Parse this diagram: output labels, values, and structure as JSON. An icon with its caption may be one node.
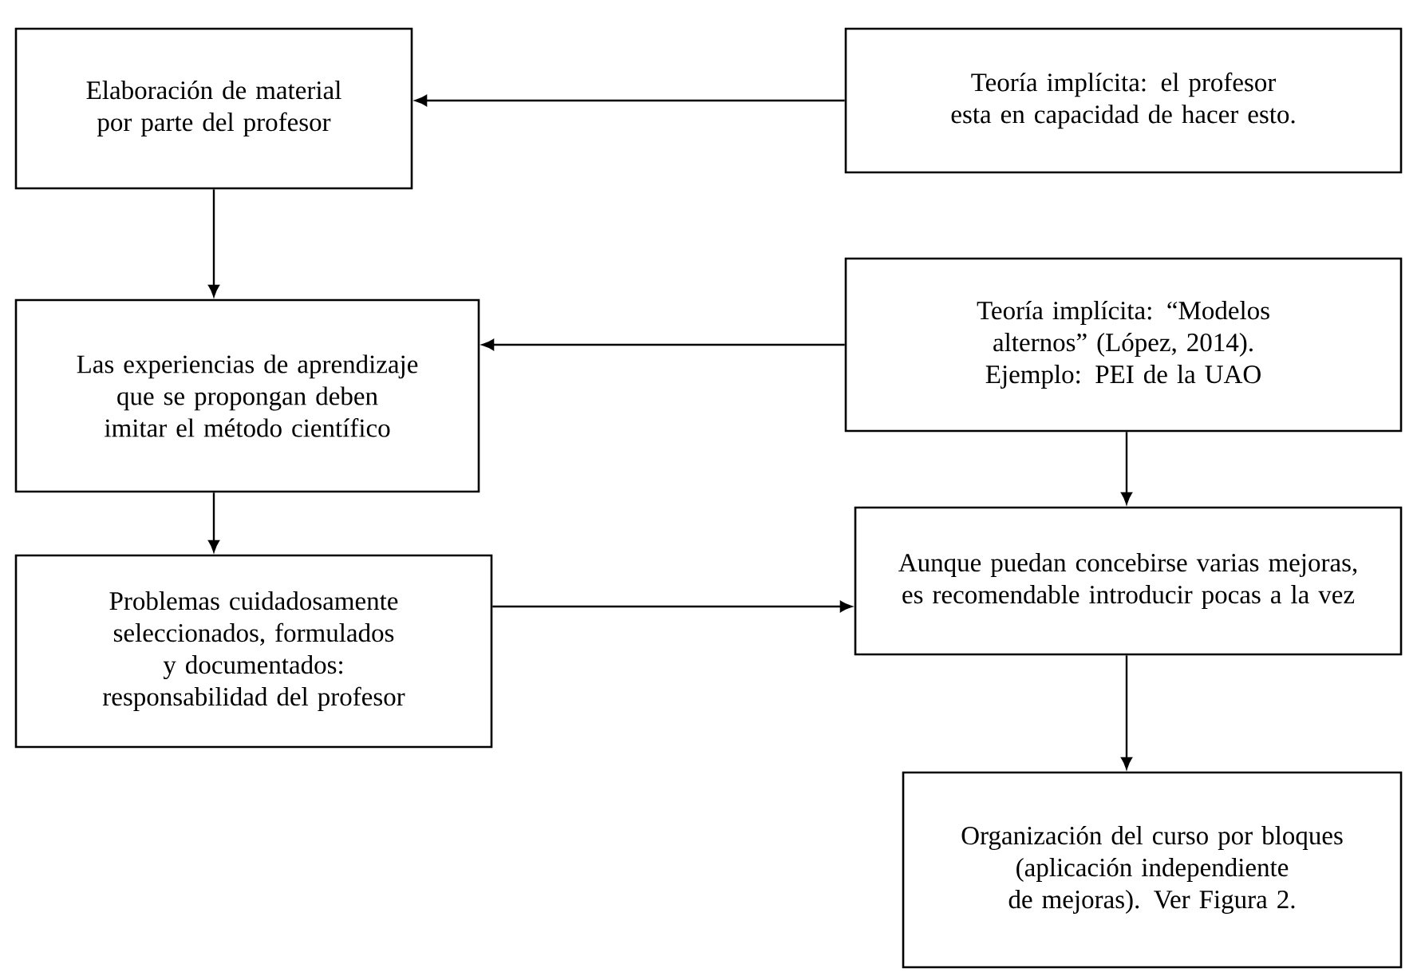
{
  "diagram": {
    "nodes": [
      {
        "text": [
          "Elaboración de material por parte del profesor"
        ]
      },
      {
        "text": [
          "Teoría implícita: el profesor esta en capacidad de hacer esto."
        ]
      },
      {
        "text": [
          "Las experiencias de aprendizaje que se propongan deben imitar el método científico"
        ]
      },
      {
        "text": [
          "Teoría implícita: “Modelos alternos” (López, 2014). Ejemplo: PEI de la UAO"
        ]
      },
      {
        "text": [
          "Problemas cuidadosamente seleccionados, formulados y documentados: responsabilidad del profesor"
        ]
      },
      {
        "text": [
          "Aunque puedan concebirse varias mejoras, es recomendable introducir pocas a la vez"
        ]
      },
      {
        "text": [
          "Organización del curso por bloques (aplicación independiente de mejoras). Ver Figura 2."
        ]
      }
    ],
    "edges": [
      {
        "from": 1,
        "to": 0,
        "arrow": "to"
      },
      {
        "from": 0,
        "to": 2,
        "arrow": "to"
      },
      {
        "from": 3,
        "to": 2,
        "arrow": "to"
      },
      {
        "from": 2,
        "to": 4,
        "arrow": "to"
      },
      {
        "from": 3,
        "to": 5,
        "arrow": "to"
      },
      {
        "from": 4,
        "to": 5,
        "arrow": "to"
      },
      {
        "from": 5,
        "to": 6,
        "arrow": "to"
      }
    ]
  }
}
